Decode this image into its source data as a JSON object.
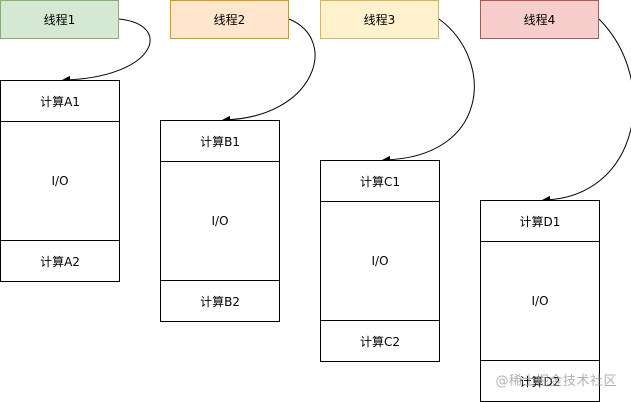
{
  "threads": [
    {
      "label": "线程1"
    },
    {
      "label": "线程2"
    },
    {
      "label": "线程3"
    },
    {
      "label": "线程4"
    }
  ],
  "stacks": [
    {
      "top": "计算A1",
      "middle": "I/O",
      "bottom": "计算A2"
    },
    {
      "top": "计算B1",
      "middle": "I/O",
      "bottom": "计算B2"
    },
    {
      "top": "计算C1",
      "middle": "I/O",
      "bottom": "计算C2"
    },
    {
      "top": "计算D1",
      "middle": "I/O",
      "bottom": "计算D2"
    }
  ],
  "colors": {
    "thread1_fill": "#d5e8d4",
    "thread2_fill": "#ffe6cc",
    "thread3_fill": "#fff2cc",
    "thread4_fill": "#f8cecc"
  },
  "watermark": "@稀土掘金技术社区"
}
